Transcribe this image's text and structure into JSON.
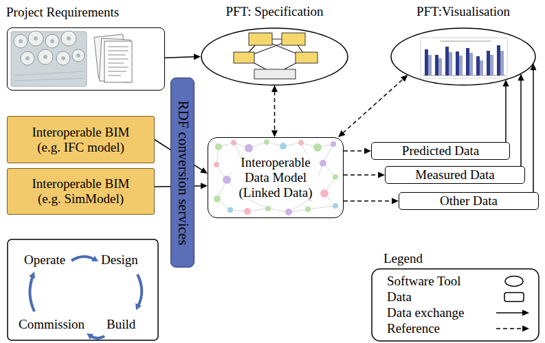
{
  "diagram": {
    "nodes": [
      {
        "text": [
          "Project Requirements"
        ]
      },
      {
        "text": [
          "PFT: Specification"
        ]
      },
      {
        "text": [
          "PFT:Visualisation"
        ]
      },
      {
        "text": [
          "RDF conversion services"
        ]
      },
      {
        "text": [
          "Interoperable BIM (e.g. IFC model)"
        ]
      },
      {
        "text": [
          "Interoperable BIM (e.g. SimModel)"
        ]
      },
      {
        "text": [
          "Interoperable Data Model (Linked Data)"
        ]
      },
      {
        "text": [
          "Predicted Data"
        ]
      },
      {
        "text": [
          "Measured Data"
        ]
      },
      {
        "text": [
          "Other Data"
        ]
      }
    ],
    "edges": [
      {
        "from": 0,
        "to": 1,
        "arrow": "to"
      },
      {
        "from": 1,
        "to": 6,
        "arrow": "both"
      },
      {
        "from": 6,
        "to": 2,
        "arrow": "both"
      },
      {
        "from": 4,
        "to": 6,
        "arrow": "to"
      },
      {
        "from": 5,
        "to": 6,
        "arrow": "to"
      },
      {
        "from": 6,
        "to": 7,
        "arrow": "to"
      },
      {
        "from": 6,
        "to": 8,
        "arrow": "to"
      },
      {
        "from": 6,
        "to": 9,
        "arrow": "to"
      },
      {
        "from": 7,
        "to": 2,
        "arrow": "to"
      },
      {
        "from": 8,
        "to": 2,
        "arrow": "to"
      },
      {
        "from": 9,
        "to": 2,
        "arrow": "to"
      }
    ],
    "labels": [
      "Operate",
      "Design",
      "Commission",
      "Build",
      "Legend"
    ],
    "legend": [
      {
        "text": "Software Tool"
      },
      {
        "text": "Data"
      },
      {
        "text": "Data exchange"
      },
      {
        "text": "Reference"
      }
    ]
  }
}
